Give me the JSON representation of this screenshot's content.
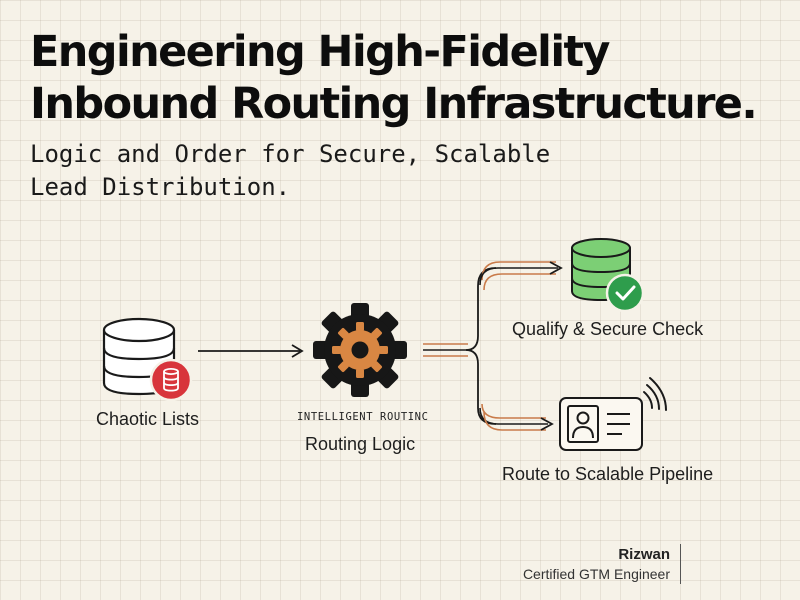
{
  "title_lines": [
    "Engineering High-Fidelity",
    "Inbound Routing Infrastructure."
  ],
  "subtitle_lines": [
    "Logic and Order for Secure, Scalable",
    "Lead Distribution."
  ],
  "nodes": {
    "source": {
      "label": "Chaotic Lists",
      "icon": "database-icon"
    },
    "router": {
      "tag": "INTELLIGENT ROUTINC",
      "label": "Routing Logic",
      "icon": "gear-icon"
    },
    "qualify": {
      "label": "Qualify & Secure Check",
      "icon": "database-check-icon"
    },
    "pipeline": {
      "label": "Route to Scalable Pipeline",
      "icon": "id-card-signal-icon"
    }
  },
  "signature": {
    "name": "Rizwan",
    "role": "Certified GTM Engineer"
  },
  "colors": {
    "red_badge": "#d8353b",
    "green_db": "#7ccf75",
    "green_check": "#2e9d4c",
    "gear_inner": "#d98743",
    "arrow_orange": "#c97b4a",
    "line_dark": "#1a1a1a"
  }
}
